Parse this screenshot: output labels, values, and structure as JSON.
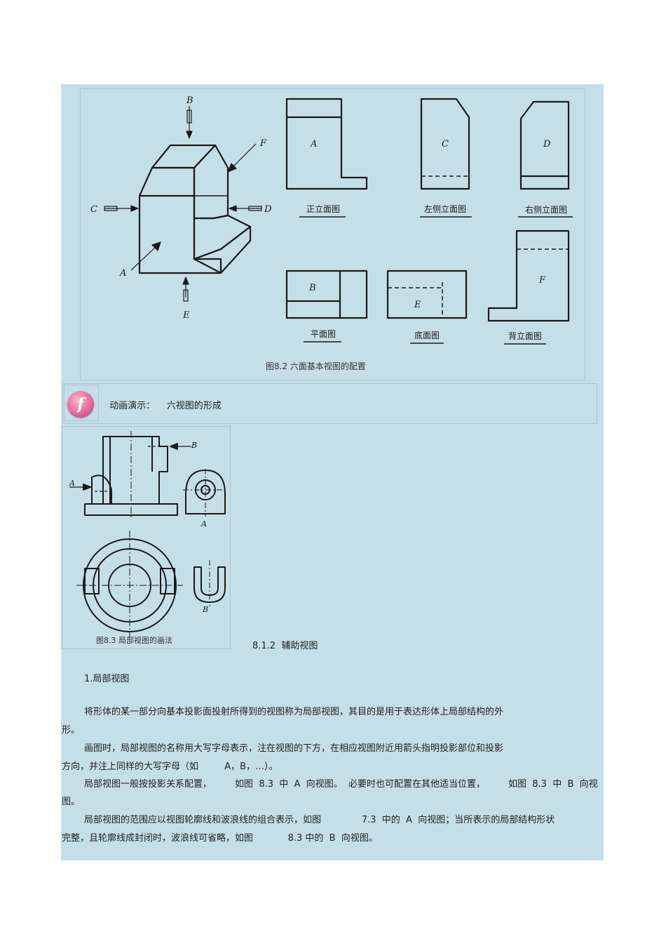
{
  "figure_8_2": {
    "caption": "图8.2 六面基本视图的配置",
    "iso_labels": {
      "A": "A",
      "B": "B",
      "C": "C",
      "D": "D",
      "E": "E",
      "F": "F"
    },
    "views": [
      {
        "letter": "A",
        "name": "正立面图"
      },
      {
        "letter": "C",
        "name": "左侧立面图"
      },
      {
        "letter": "D",
        "name": "右侧立面图"
      },
      {
        "letter": "B",
        "name": "平面图"
      },
      {
        "letter": "E",
        "name": "底面图"
      },
      {
        "letter": "F",
        "name": "背立面图"
      }
    ]
  },
  "animation": {
    "icon": "flash-player-icon",
    "label": "动画演示：",
    "title": "六视图的形成"
  },
  "figure_8_3": {
    "caption": "图8.3  局部视图的画法",
    "labels": {
      "A1": "A",
      "A2": "A",
      "B1": "B",
      "B2": "B"
    }
  },
  "section": {
    "heading": "8.1.2  辅助视图",
    "subheading": "1.局部视图"
  },
  "paragraphs": [
    [
      "将形体的某一部分向基本投影面投射所得到的视图称为局部视图，其目的是用于表达形体上局部结构的外",
      "形。"
    ],
    [
      "画图时，局部视图的名称用大写字母表示，注在视图的下方，在相应视图附近用箭头指明投影部位和投影",
      "方向，并注上同样的大写字母（如         A，B，…）。"
    ],
    [
      "局部视图一般按投影关系配置，        如图  8.3  中  A  向视图。  必要时也可配置在其他适当位置，        如图  8.3  中  B  向视",
      "图。"
    ],
    [
      "局部视图的范围应以视图轮廓线和波浪线的组合表示，如图              7.3  中的  A  向视图；当所表示的局部结构形状",
      "完整，且轮廓线成封闭时，波浪线可省略，如图            8.3 中的  B  向视图。"
    ]
  ]
}
